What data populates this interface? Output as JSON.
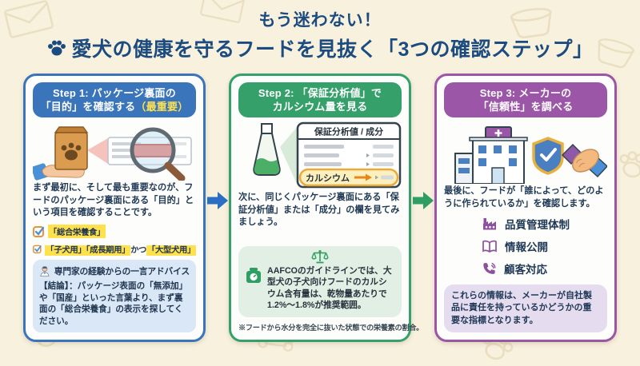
{
  "title": {
    "line1": "もう迷わない！",
    "line2": "愛犬の健康を守るフードを見抜く「3つの確認ステップ」"
  },
  "colors": {
    "title_navy": "#1c4b80",
    "step1_blue": "#3a74bb",
    "step2_green": "#35a06a",
    "step3_purple": "#9c56a8",
    "highlight_yellow": "#ffe14d",
    "arrow_blue": "#2a6fc4",
    "arrow_green": "#2f9e62"
  },
  "step1": {
    "header_line1": "Step 1: パッケージ裏面の",
    "header_line2": "「目的」を確認する",
    "header_badge": "（最重要）",
    "body": "まず最初に、そして最も重要なのが、フードのパッケージ裏面にある「目的」という項目を確認することです。",
    "check1": "「総合栄養食」",
    "check2_part1": "「子犬用」「成長期用」",
    "check2_mid": "かつ",
    "check2_part2": "「大型犬用」",
    "advice_title": "専門家の経験からの一言アドバイス",
    "advice_body": "【結論】：パッケージ表面の「無添加」や「国産」といった言葉より、まず裏面の「総合栄養食」の表示を探してください。"
  },
  "step2": {
    "header_line1": "Step 2: 「保証分析値」で",
    "header_line2": "カルシウム量を見る",
    "table_title": "保証分析値 / 成分",
    "row_label": "カルシウム",
    "body": "次に、同じくパッケージ裏面にある「保証分析値」または「成分」の欄を見てみましょう。",
    "guideline": "AAFCOのガイドラインでは、大型犬の子犬向けフードのカルシウム含有量は、乾物量あたりで1.2%～1.8%が推奨範囲。",
    "footnote": "※フードから水分を完全に抜いた状態での栄養素の割合。"
  },
  "step3": {
    "header_line1": "Step 3: メーカーの",
    "header_line2": "「信頼性」を調べる",
    "body": "最後に、フードが「誰によって、どのように作られているか」を確認します。",
    "checks": [
      {
        "icon": "factory-icon",
        "label": "品質管理体制"
      },
      {
        "icon": "book-icon",
        "label": "情報公開"
      },
      {
        "icon": "phone-icon",
        "label": "顧客対応"
      }
    ],
    "note": "これらの情報は、メーカーが自社製品に責任を持っているかどうかの重要な指標となります。"
  }
}
